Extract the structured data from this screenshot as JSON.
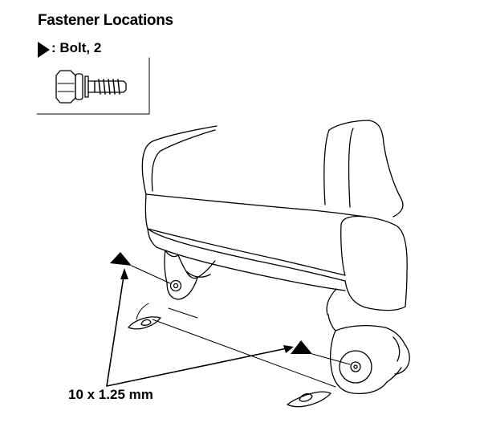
{
  "title": "Fastener Locations",
  "legend": {
    "label": ": Bolt, 2"
  },
  "callout": {
    "size": "10 x 1.25 mm"
  },
  "colors": {
    "ink": "#000000",
    "paper": "#ffffff"
  }
}
